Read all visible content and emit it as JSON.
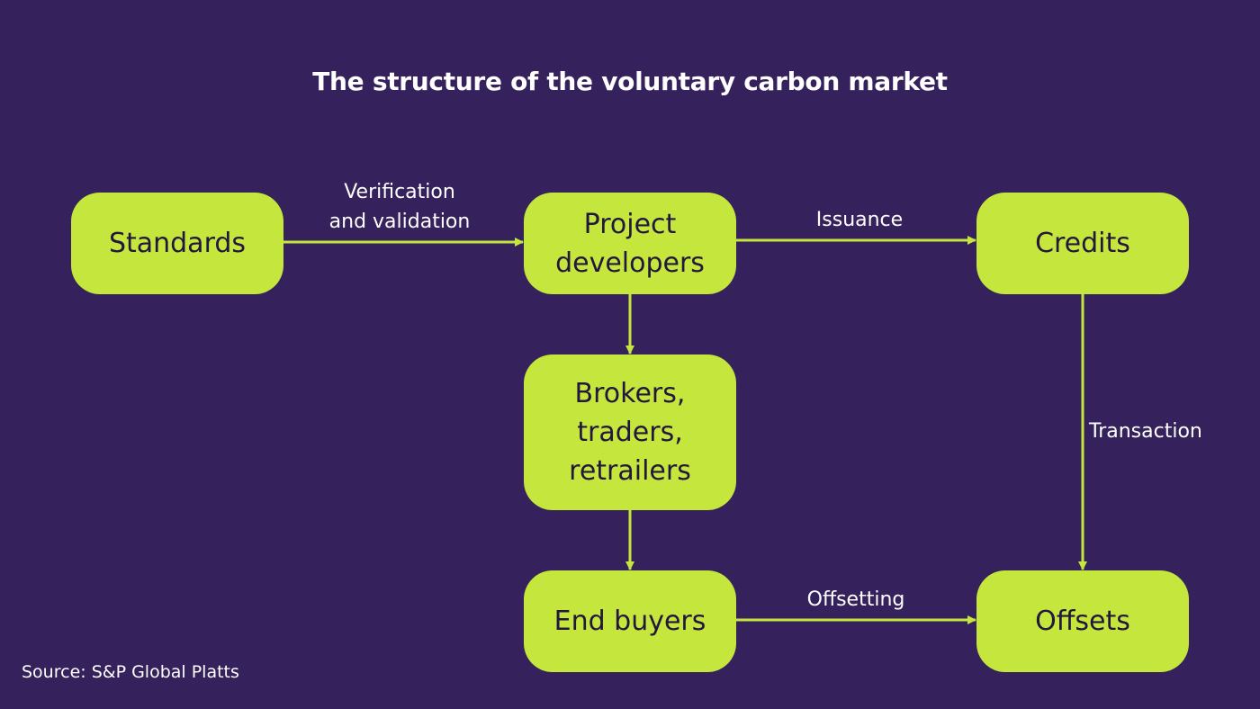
{
  "title": "The structure of the voluntary carbon market",
  "nodes": {
    "standards": "Standards",
    "project_developers": "Project\ndevelopers",
    "credits": "Credits",
    "brokers": "Brokers,\ntraders,\nretrailers",
    "end_buyers": "End buyers",
    "offsets": "Offsets"
  },
  "edges": {
    "verification": "Verification\nand validation",
    "issuance": "Issuance",
    "transaction": "Transaction",
    "offsetting": "Offsetting"
  },
  "source": "Source: S&P Global Platts",
  "colors": {
    "background": "#35215c",
    "node_fill": "#c5e63d",
    "arrow": "#c5e63d",
    "text_light": "#ffffff",
    "node_text": "#23173d"
  }
}
